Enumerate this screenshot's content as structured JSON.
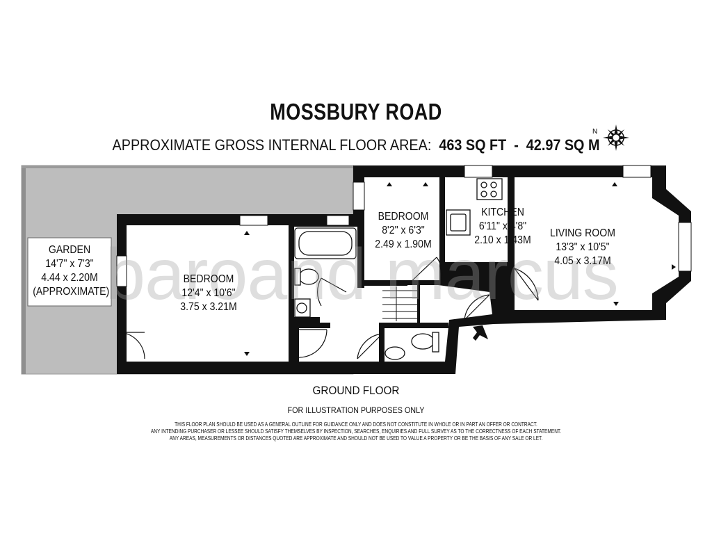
{
  "header": {
    "title": "MOSSBURY ROAD",
    "area_label": "APPROXIMATE GROSS INTERNAL FLOOR AREA:",
    "area_sqft": "463 SQ FT",
    "area_sep": "-",
    "area_sqm": "42.97 SQ M"
  },
  "compass": {
    "letter": "N"
  },
  "rooms": {
    "garden": {
      "name": "GARDEN",
      "dim_imperial": "14'7\" x 7'3\"",
      "dim_metric": "4.44 x 2.20M",
      "note": "(APPROXIMATE)"
    },
    "bedroom1": {
      "name": "BEDROOM",
      "dim_imperial": "12'4\" x 10'6\"",
      "dim_metric": "3.75 x 3.21M"
    },
    "bedroom2": {
      "name": "BEDROOM",
      "dim_imperial": "8'2\" x 6'3\"",
      "dim_metric": "2.49 x 1.90M"
    },
    "kitchen": {
      "name": "KITCHEN",
      "dim_imperial": "6'11\" x 4'8\"",
      "dim_metric": "2.10 x 1.43M"
    },
    "living": {
      "name": "LIVING ROOM",
      "dim_imperial": "13'3\" x 10'5\"",
      "dim_metric": "4.05 x 3.17M"
    }
  },
  "watermark": "baroand marcus",
  "floor_label": "GROUND FLOOR",
  "illustration_note": "FOR ILLUSTRATION PURPOSES ONLY",
  "disclaimer": [
    "THIS FLOOR PLAN SHOULD BE USED AS A GENERAL OUTLINE FOR GUIDANCE ONLY AND DOES NOT CONSTITUTE IN WHOLE OR IN PART AN OFFER OR CONTRACT.",
    "ANY INTENDING PURCHASER OR LESSEE SHOULD SATISFY THEMSELVES BY INSPECTION, SEARCHES, ENQUIRIES AND FULL SURVEY AS TO THE CORRECTNESS OF EACH STATEMENT.",
    "ANY AREAS, MEASUREMENTS OR DISTANCES QUOTED ARE APPROXIMATE AND SHOULD NOT BE USED TO VALUE A PROPERTY OR BE THE BASIS OF ANY SALE OR LET."
  ],
  "colors": {
    "wall": "#111111",
    "garden_fill": "#bdbdbd",
    "background": "#ffffff"
  }
}
